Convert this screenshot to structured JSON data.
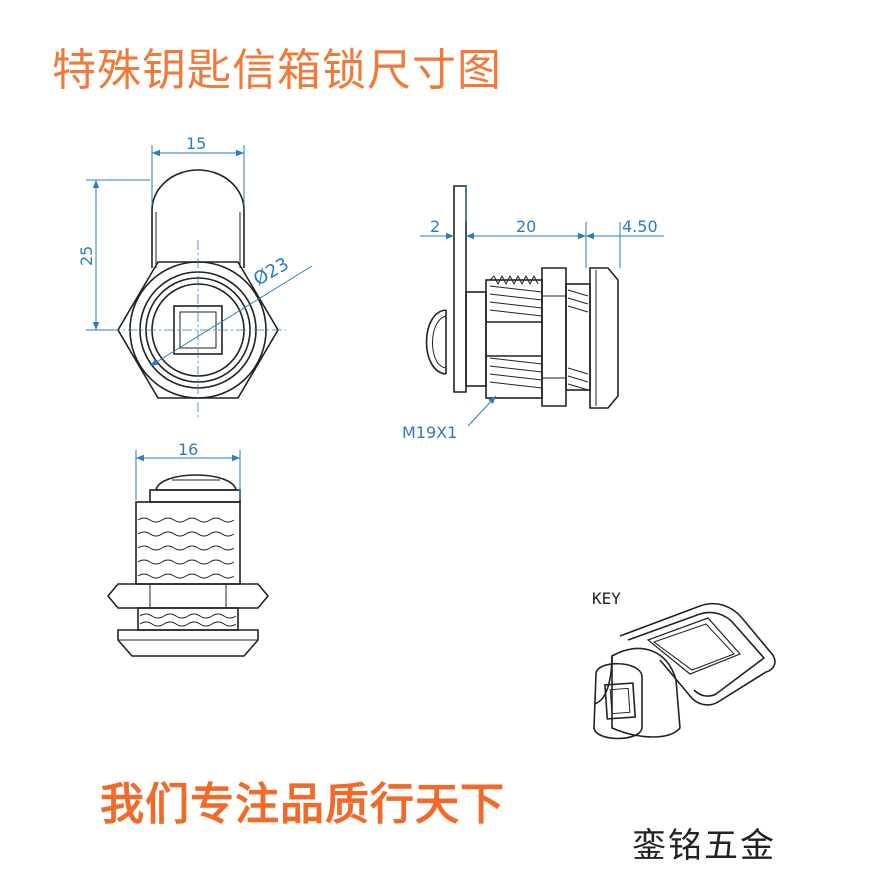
{
  "title": "特殊钥匙信箱锁尺寸图",
  "slogan": "我们专注品质行天下",
  "brand": "銮铭五金",
  "dimensions": {
    "width_top": "15",
    "height_left": "25",
    "diameter": "Ø23",
    "side_plate": "2",
    "side_body": "20",
    "side_cap": "4.50",
    "thread": "M19X1",
    "width_bottom": "16"
  },
  "key_label": "KEY",
  "colors": {
    "title": "#f07a3a",
    "dimension": "#2a7bc4",
    "line": "#222222"
  }
}
